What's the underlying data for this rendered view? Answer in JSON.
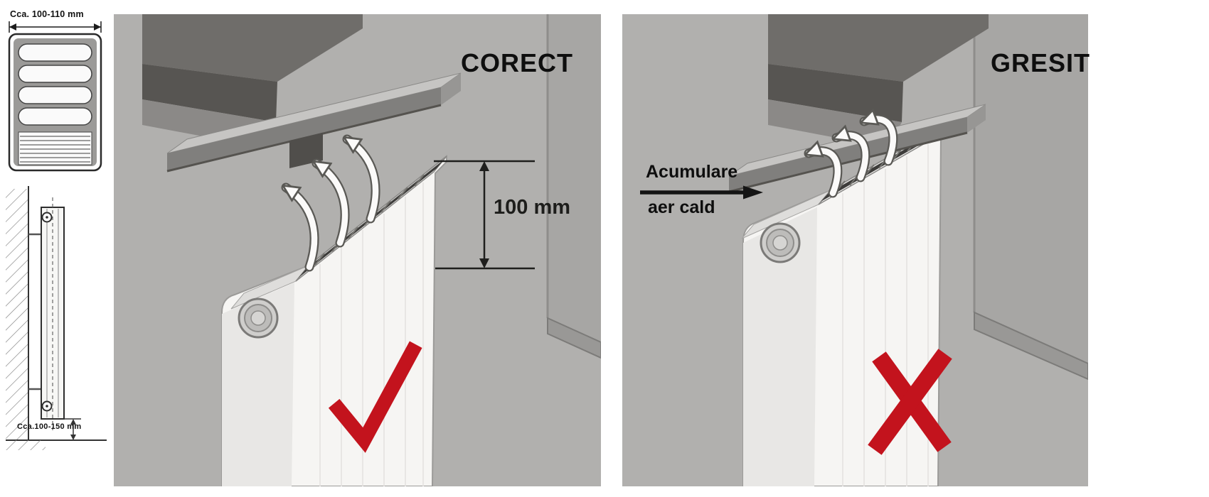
{
  "sidebar": {
    "top_drawing": {
      "label": "Cca. 100-110 mm",
      "icon": "radiator-cross-section"
    },
    "bottom_drawing": {
      "label": "Cca.100-150 mm",
      "icon": "radiator-wall-mount-side-view"
    }
  },
  "panels": {
    "correct": {
      "title": "CORECT",
      "dimension_label": "100 mm",
      "result_icon": "checkmark-icon",
      "result_glyph": "✓"
    },
    "wrong": {
      "title": "GRESIT",
      "note_line1": "Acumulare",
      "note_line2": "aer cald",
      "result_icon": "x-icon",
      "result_glyph": "✗"
    }
  },
  "colors": {
    "wall_gray": "#b1b0ae",
    "accent_red": "#c3131d",
    "text_black": "#111111"
  }
}
